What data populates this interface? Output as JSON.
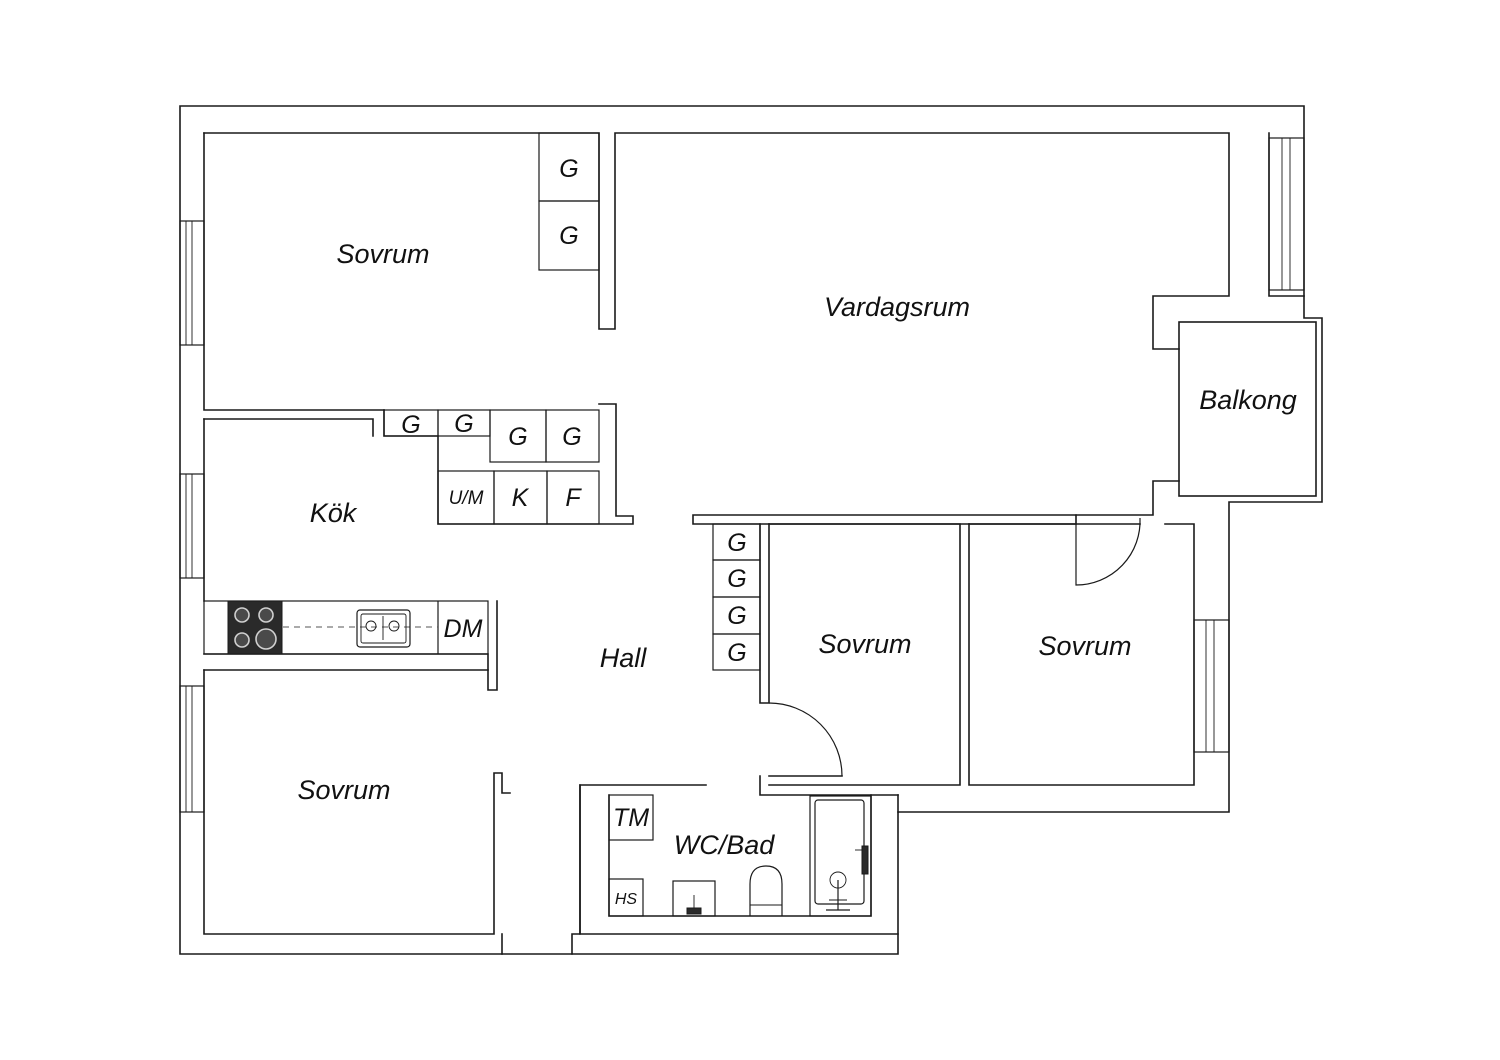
{
  "rooms": {
    "sovrum_top": "Sovrum",
    "vardagsrum": "Vardagsrum",
    "balkong": "Balkong",
    "kok": "Kök",
    "hall": "Hall",
    "sovrum_mid": "Sovrum",
    "sovrum_right": "Sovrum",
    "sovrum_bottom": "Sovrum",
    "wc_bad": "WC/Bad"
  },
  "fixtures": {
    "wardrobe": "G",
    "utility": "U/M",
    "fridge": "K",
    "freezer": "F",
    "dishwasher": "DM",
    "washer": "TM",
    "cabinet": "HS"
  },
  "icons": {
    "stove": "stove-icon",
    "sink": "sink-icon",
    "washbasin": "washbasin-icon",
    "toilet": "toilet-icon",
    "bathtub": "bathtub-icon"
  }
}
